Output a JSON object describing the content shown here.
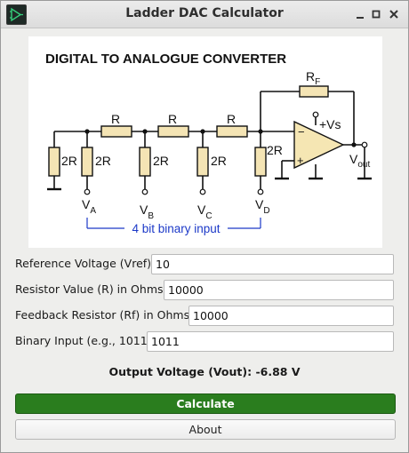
{
  "window": {
    "title": "Ladder DAC Calculator"
  },
  "diagram": {
    "heading": "DIGITAL TO ANALOGUE CONVERTER",
    "labels": {
      "rf_main": "R",
      "rf_sub": "F",
      "r": "R",
      "r2": "2R",
      "vs": "+Vs",
      "vout_main": "V",
      "vout_sub": "out",
      "v": "V",
      "a": "A",
      "b": "B",
      "c": "C",
      "d": "D",
      "minus": "−",
      "plus": "+",
      "input_caption": "4 bit binary input"
    },
    "colors": {
      "wire": "#111111",
      "resistor": "#f4e4b4",
      "opamp": "#f5e6b3",
      "caption": "#1c39c8"
    }
  },
  "form": {
    "vref": {
      "label": "Reference Voltage (Vref):",
      "value": "10"
    },
    "r": {
      "label": "Resistor Value (R) in Ohms:",
      "value": "10000"
    },
    "rf": {
      "label": "Feedback Resistor (Rf) in Ohms:",
      "value": "10000"
    },
    "binary": {
      "label": "Binary Input (e.g., 1011):",
      "value": "1011"
    }
  },
  "output": {
    "text": "Output Voltage (Vout): -6.88 V"
  },
  "buttons": {
    "calculate": "Calculate",
    "about": "About"
  },
  "colors": {
    "accent": "#2a7d1e"
  }
}
